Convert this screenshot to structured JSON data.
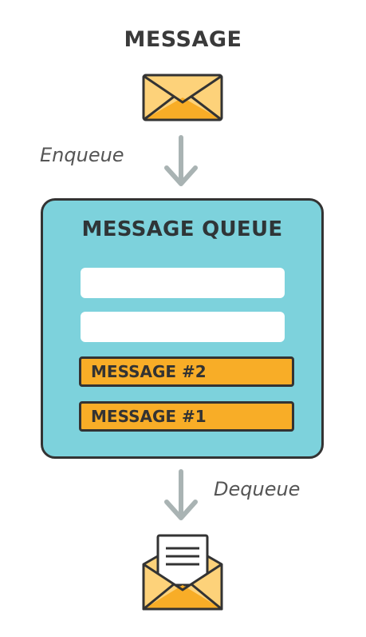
{
  "diagram": {
    "title": "MESSAGE",
    "enqueue_label": "Enqueue",
    "dequeue_label": "Dequeue",
    "queue": {
      "title": "MESSAGE QUEUE",
      "items": [
        "MESSAGE #2",
        "MESSAGE #1"
      ]
    }
  },
  "colors": {
    "envelope_fill": "#fdd27a",
    "envelope_dark": "#f8ad27",
    "queue_fill": "#7dd2dc",
    "outline": "#333333",
    "arrow": "#a9b3b3"
  },
  "icons": [
    "envelope-icon",
    "arrow-down-icon",
    "open-envelope-icon"
  ]
}
